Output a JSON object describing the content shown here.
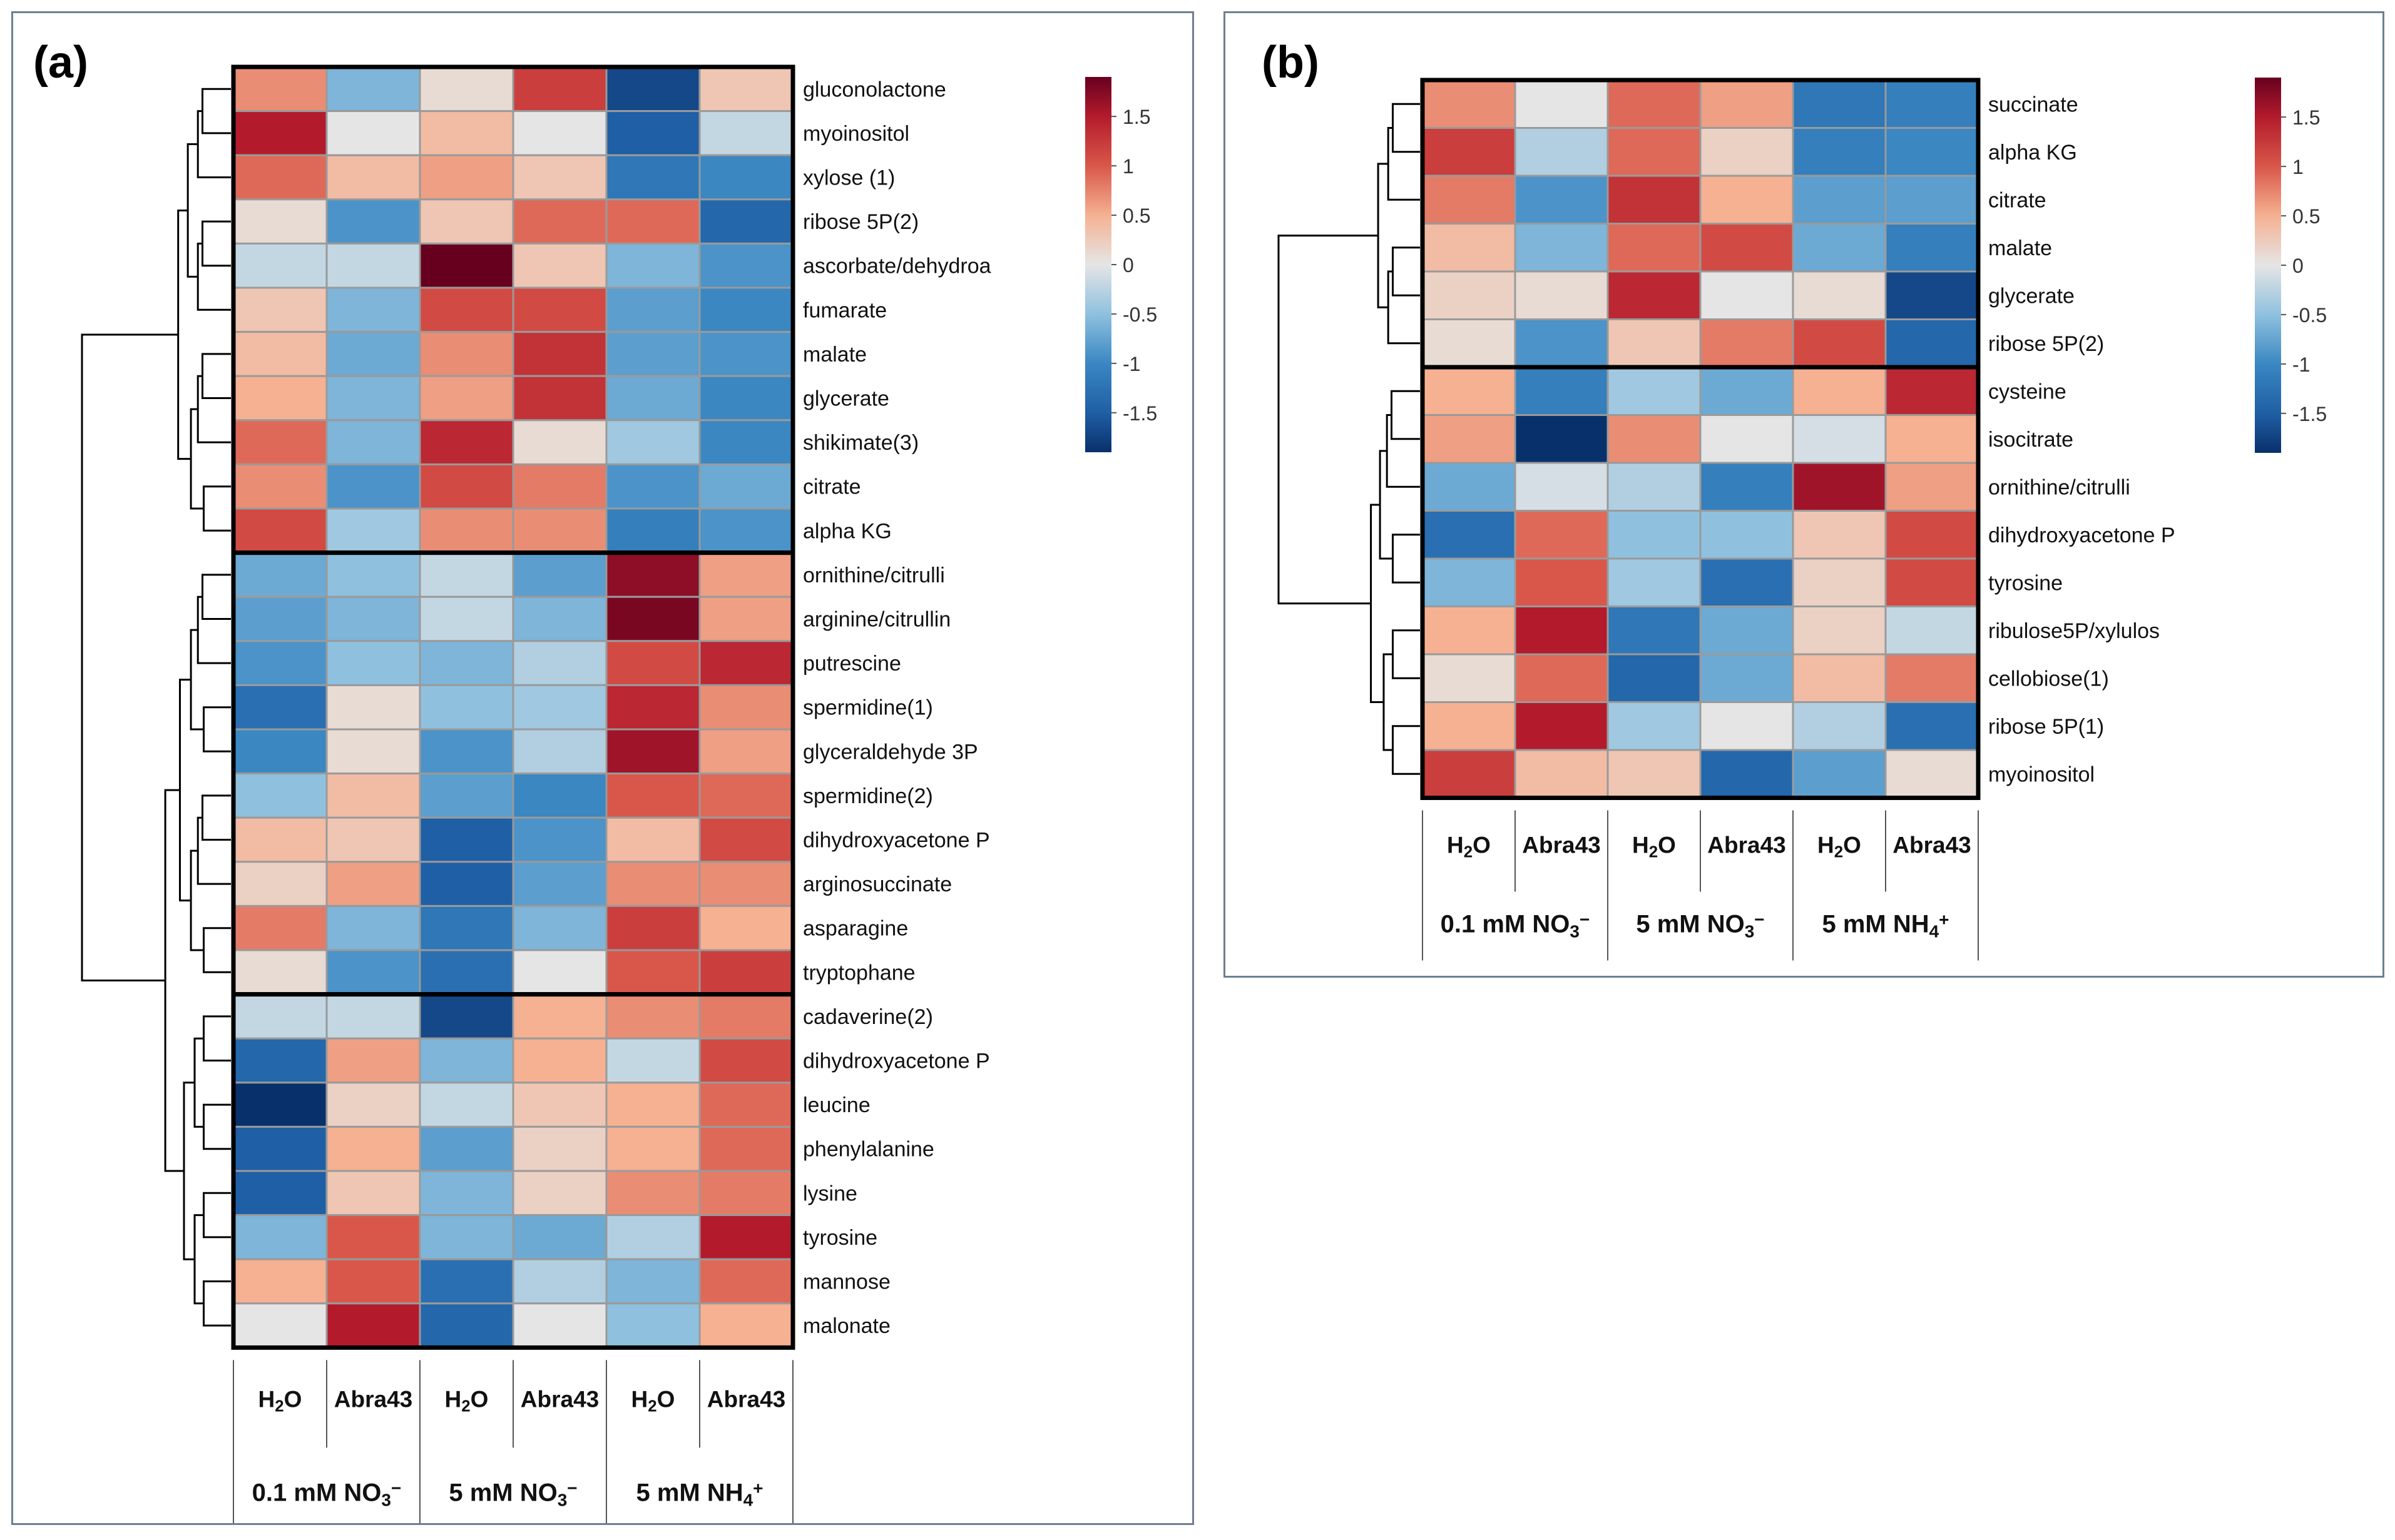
{
  "panels": [
    {
      "letter": "(a)",
      "groups": [
        "H2O",
        "Abra43",
        "H2O",
        "Abra43",
        "H2O",
        "Abra43"
      ],
      "conditions": [
        "0.1 mM NO3-",
        "5 mM NO3-",
        "5 mM NH4+"
      ],
      "cluster_breaks": [
        11,
        21
      ],
      "chart_data": {
        "type": "heatmap",
        "title": "",
        "columns": [
          "H₂O",
          "Abra43",
          "H₂O",
          "Abra43",
          "H₂O",
          "Abra43"
        ],
        "column_groups": [
          "0.1 mM NO₃⁻",
          "5 mM NO₃⁻",
          "5 mM NH₄⁺"
        ],
        "rows": [
          "gluconolactone",
          "myoinositol",
          "xylose (1)",
          "ribose 5P(2)",
          "ascorbate/dehydroa",
          "fumarate",
          "malate",
          "glycerate",
          "shikimate(3)",
          "citrate",
          "alpha KG",
          "ornithine/citrulli",
          "arginine/citrullin",
          "putrescine",
          "spermidine(1)",
          "glyceraldehyde 3P",
          "spermidine(2)",
          "dihydroxyacetone P",
          "arginosuccinate",
          "asparagine",
          "tryptophane",
          "cadaverine(2)",
          "dihydroxyacetone P",
          "leucine",
          "phenylalanine",
          "lysine",
          "tyrosine",
          "mannose",
          "malonate"
        ],
        "values": [
          [
            0.7,
            -0.6,
            0.1,
            1.2,
            -1.7,
            0.3
          ],
          [
            1.5,
            0.0,
            0.4,
            0.0,
            -1.5,
            -0.2
          ],
          [
            0.9,
            0.4,
            0.6,
            0.3,
            -1.2,
            -1.0
          ],
          [
            0.1,
            -0.9,
            0.3,
            0.9,
            0.9,
            -1.4
          ],
          [
            -0.2,
            -0.2,
            1.9,
            0.3,
            -0.6,
            -0.9
          ],
          [
            0.3,
            -0.6,
            1.1,
            1.1,
            -0.8,
            -1.0
          ],
          [
            0.4,
            -0.7,
            0.7,
            1.3,
            -0.8,
            -0.9
          ],
          [
            0.5,
            -0.6,
            0.6,
            1.3,
            -0.7,
            -1.0
          ],
          [
            0.9,
            -0.6,
            1.4,
            0.1,
            -0.4,
            -1.0
          ],
          [
            0.7,
            -0.9,
            1.1,
            0.8,
            -0.9,
            -0.7
          ],
          [
            1.1,
            -0.4,
            0.7,
            0.7,
            -1.1,
            -0.9
          ],
          [
            -0.7,
            -0.5,
            -0.2,
            -0.8,
            1.7,
            0.6
          ],
          [
            -0.8,
            -0.6,
            -0.2,
            -0.6,
            1.8,
            0.6
          ],
          [
            -0.9,
            -0.5,
            -0.6,
            -0.3,
            1.1,
            1.4
          ],
          [
            -1.3,
            0.1,
            -0.5,
            -0.4,
            1.4,
            0.7
          ],
          [
            -1.0,
            0.1,
            -0.9,
            -0.3,
            1.6,
            0.6
          ],
          [
            -0.5,
            0.4,
            -0.8,
            -1.0,
            1.0,
            0.9
          ],
          [
            0.4,
            0.3,
            -1.5,
            -0.9,
            0.4,
            1.1
          ],
          [
            0.2,
            0.6,
            -1.5,
            -0.8,
            0.7,
            0.7
          ],
          [
            0.8,
            -0.6,
            -1.2,
            -0.6,
            1.2,
            0.5
          ],
          [
            0.1,
            -0.9,
            -1.3,
            0.0,
            1.0,
            1.2
          ],
          [
            -0.2,
            -0.2,
            -1.7,
            0.5,
            0.7,
            0.8
          ],
          [
            -1.4,
            0.6,
            -0.6,
            0.5,
            -0.2,
            1.1
          ],
          [
            -1.9,
            0.2,
            -0.2,
            0.3,
            0.5,
            0.9
          ],
          [
            -1.5,
            0.5,
            -0.8,
            0.2,
            0.5,
            0.9
          ],
          [
            -1.5,
            0.3,
            -0.6,
            0.2,
            0.7,
            0.8
          ],
          [
            -0.6,
            1.0,
            -0.6,
            -0.7,
            -0.3,
            1.5
          ],
          [
            0.5,
            1.0,
            -1.3,
            -0.3,
            -0.6,
            0.9
          ],
          [
            0.0,
            1.5,
            -1.4,
            0.0,
            -0.5,
            0.5
          ]
        ],
        "color_scale": {
          "min": -1.9,
          "max": 1.9,
          "ticks": [
            "1.5",
            "1",
            "0.5",
            "0",
            "-0.5",
            "-1",
            "-1.5"
          ],
          "tick_values": [
            1.5,
            1,
            0.5,
            0,
            -0.5,
            -1,
            -1.5
          ]
        }
      }
    },
    {
      "letter": "(b)",
      "groups": [
        "H2O",
        "Abra43",
        "H2O",
        "Abra43",
        "H2O",
        "Abra43"
      ],
      "conditions": [
        "0.1 mM NO3-",
        "5 mM NO3-",
        "5 mM NH4+"
      ],
      "cluster_breaks": [
        6
      ],
      "chart_data": {
        "type": "heatmap",
        "title": "",
        "columns": [
          "H₂O",
          "Abra43",
          "H₂O",
          "Abra43",
          "H₂O",
          "Abra43"
        ],
        "column_groups": [
          "0.1 mM NO₃⁻",
          "5 mM NO₃⁻",
          "5 mM NH₄⁺"
        ],
        "rows": [
          "succinate",
          "alpha KG",
          "citrate",
          "malate",
          "glycerate",
          "ribose 5P(2)",
          "cysteine",
          "isocitrate",
          "ornithine/citrulli",
          "dihydroxyacetone P",
          "tyrosine",
          "ribulose5P/xylulos",
          "cellobiose(1)",
          "ribose 5P(1)",
          "myoinositol"
        ],
        "values": [
          [
            0.7,
            0.0,
            0.9,
            0.6,
            -1.2,
            -1.1
          ],
          [
            1.2,
            -0.3,
            0.9,
            0.2,
            -1.1,
            -1.0
          ],
          [
            0.8,
            -0.9,
            1.3,
            0.5,
            -0.8,
            -0.8
          ],
          [
            0.4,
            -0.6,
            0.9,
            1.1,
            -0.7,
            -1.1
          ],
          [
            0.2,
            0.1,
            1.4,
            0.0,
            0.1,
            -1.7
          ],
          [
            0.1,
            -0.9,
            0.3,
            0.8,
            1.1,
            -1.4
          ],
          [
            0.5,
            -1.1,
            -0.4,
            -0.7,
            0.5,
            1.4
          ],
          [
            0.6,
            -1.9,
            0.7,
            0.0,
            -0.1,
            0.5
          ],
          [
            -0.7,
            -0.1,
            -0.3,
            -1.1,
            1.6,
            0.6
          ],
          [
            -1.3,
            0.9,
            -0.5,
            -0.5,
            0.3,
            1.1
          ],
          [
            -0.6,
            1.0,
            -0.4,
            -1.3,
            0.2,
            1.1
          ],
          [
            0.5,
            1.5,
            -1.2,
            -0.7,
            0.2,
            -0.2
          ],
          [
            0.1,
            0.9,
            -1.4,
            -0.7,
            0.4,
            0.8
          ],
          [
            0.5,
            1.5,
            -0.4,
            0.0,
            -0.3,
            -1.3
          ],
          [
            1.2,
            0.4,
            0.3,
            -1.4,
            -0.8,
            0.1
          ]
        ],
        "color_scale": {
          "min": -1.9,
          "max": 1.9,
          "ticks": [
            "1.5",
            "1",
            "0.5",
            "0",
            "-0.5",
            "-1",
            "-1.5"
          ],
          "tick_values": [
            1.5,
            1,
            0.5,
            0,
            -0.5,
            -1,
            -1.5
          ]
        }
      }
    }
  ],
  "colors": {
    "high": "#67001f",
    "mid_high": "#d6604d",
    "neutral": "#e6e6e6",
    "mid_low": "#6baed6",
    "low": "#08306b",
    "cell_border": "#9a9a9a",
    "cluster_border": "#000000",
    "frame": "#6d7f91"
  }
}
